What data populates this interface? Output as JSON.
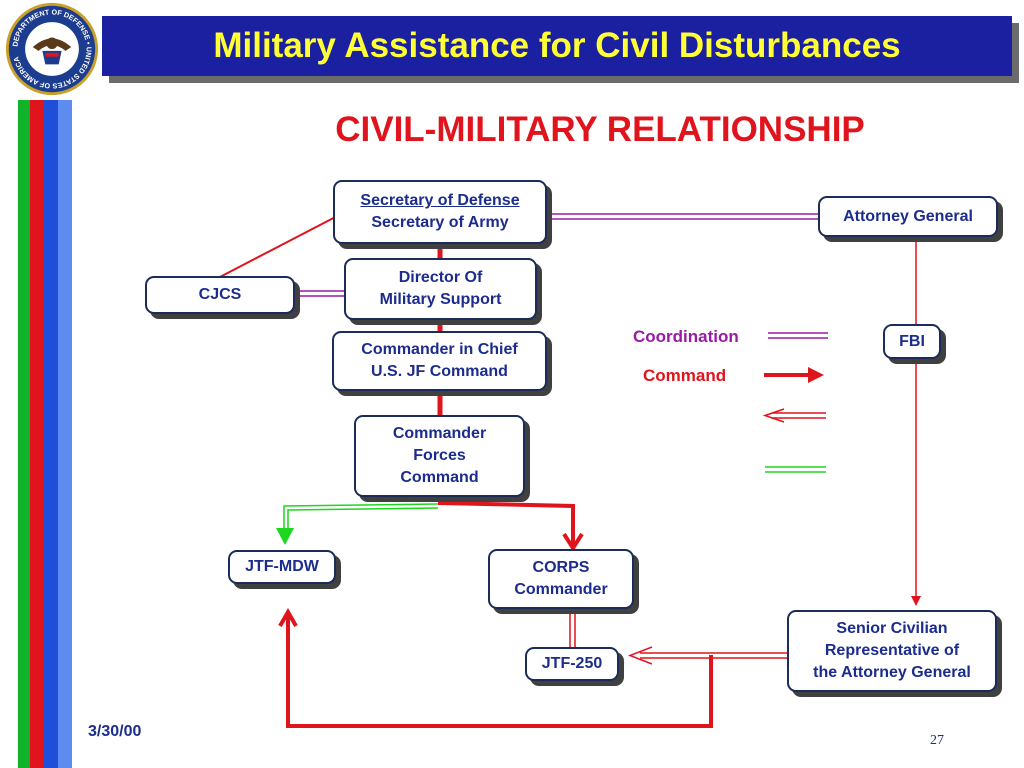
{
  "header": {
    "title": "Military Assistance for Civil Disturbances",
    "seal_text": "DEPARTMENT OF DEFENSE • UNITED STATES OF AMERICA"
  },
  "subtitle": "CIVIL-MILITARY RELATIONSHIP",
  "nodes": {
    "secdef": {
      "line1": "Secretary of Defense",
      "line2": "Secretary of Army"
    },
    "ag": {
      "line1": "Attorney General"
    },
    "cjcs": {
      "line1": "CJCS"
    },
    "domso": {
      "line1": "Director Of",
      "line2": "Military Support"
    },
    "cinc": {
      "line1": "Commander in Chief",
      "line2": "U.S. JF Command"
    },
    "cfc": {
      "line1": "Commander",
      "line2": "Forces",
      "line3": "Command"
    },
    "fbi": {
      "line1": "FBI"
    },
    "jtfmdw": {
      "line1": "JTF-MDW"
    },
    "corps": {
      "line1": "CORPS",
      "line2": "Commander"
    },
    "jtf250": {
      "line1": "JTF-250"
    },
    "scrag": {
      "line1": "Senior Civilian",
      "line2": "Representative  of",
      "line3": "the Attorney General"
    }
  },
  "legend": {
    "coordination": {
      "label": "Coordination",
      "color": "#9a1aa6"
    },
    "command": {
      "label": "Command",
      "color": "#e0141c"
    }
  },
  "colors": {
    "command_red": "#e0141c",
    "coordination_purple": "#9a1aa6",
    "green": "#1fd61f",
    "box_text": "#1c2c8c",
    "title_bg": "#1a20a0",
    "title_text": "#ffff33"
  },
  "footer": {
    "date": "3/30/00",
    "page": "27"
  }
}
